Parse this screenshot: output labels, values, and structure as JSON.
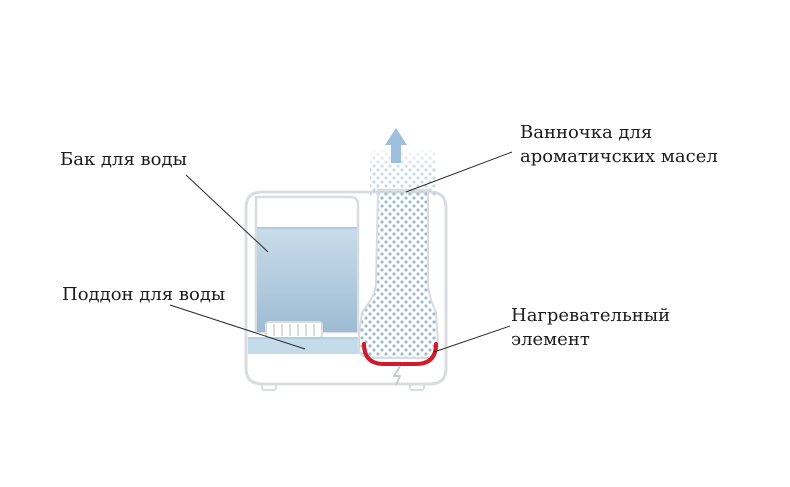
{
  "labels": {
    "water_tank": "Бак для воды",
    "water_tray": "Поддон для воды",
    "aroma_tray_line1": "Ванночка для",
    "aroma_tray_line2": "ароматичских масел",
    "heater_line1": "Нагревательный",
    "heater_line2": "элемент"
  },
  "colors": {
    "outline": "#d9dde0",
    "water": "#9fbfd6",
    "water_light": "#c4dbea",
    "heater": "#d11b2a",
    "steam_dot": "#9dbbd4",
    "arrow": "#9cc0dd",
    "leader": "#2a2a2a"
  },
  "icons": {
    "power_symbol": "lightning-bolt-icon",
    "steam_arrow": "arrow-up-icon"
  }
}
